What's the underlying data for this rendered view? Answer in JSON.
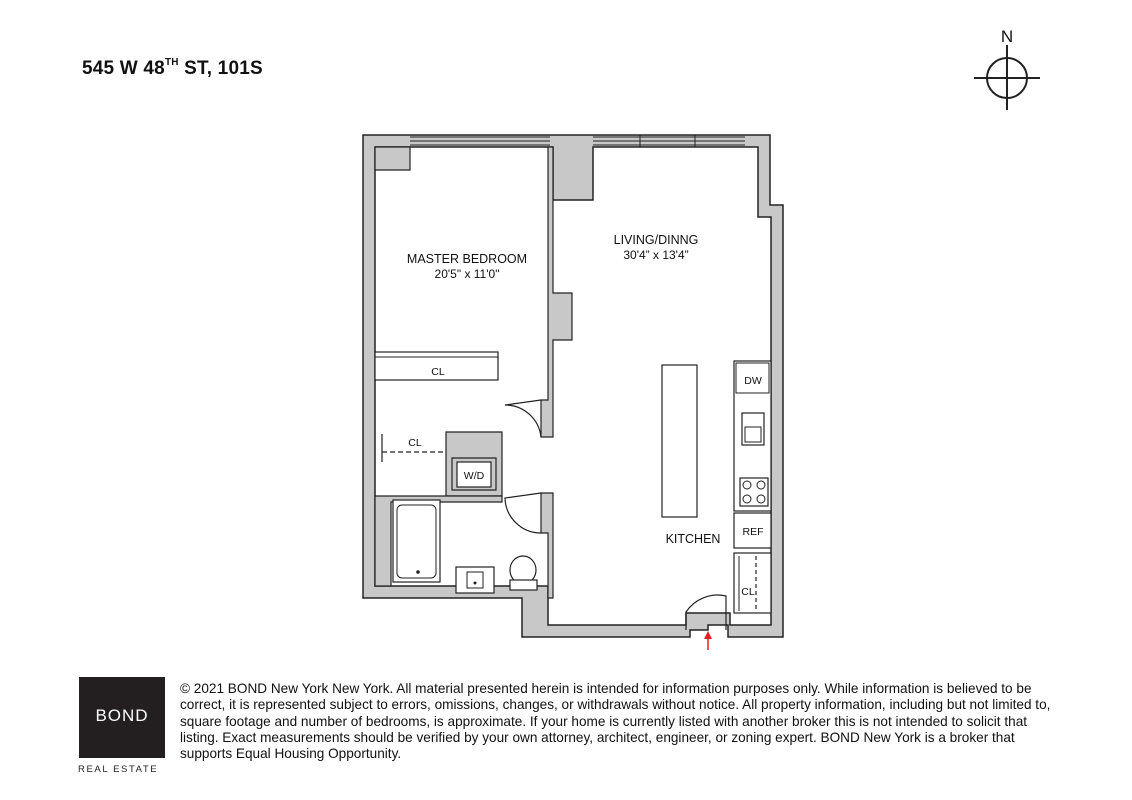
{
  "header": {
    "address_prefix": "545 W 48",
    "address_sup": "TH",
    "address_suffix": " ST, 101S"
  },
  "compass": {
    "north_label": "N"
  },
  "rooms": {
    "master_bedroom": {
      "name": "MASTER BEDROOM",
      "dims": "20'5\" x 11'0\""
    },
    "living_dining": {
      "name": "LIVING/DINNG",
      "dims": "30'4” x 13'4”"
    },
    "kitchen": {
      "name": "KITCHEN"
    }
  },
  "fixtures": {
    "closet_1": "CL",
    "closet_2": "CL",
    "closet_3": "CL",
    "washer_dryer": "W/D",
    "dishwasher": "DW",
    "refrigerator": "REF"
  },
  "colors": {
    "wall": "#c8c8c8",
    "line": "#222222",
    "entry_arrow": "#e02020",
    "logo_bg": "#231f20"
  },
  "footer": {
    "logo_text": "BOND",
    "tagline": "REAL ESTATE",
    "legal": "© 2021 BOND New York New York. All material presented herein is intended for information purposes only. While information is believed to be correct, it is represented subject to errors, omissions, changes, or withdrawals without notice. All property information, including but not limited to, square footage and number of bedrooms, is approximate. If your home is currently listed with another broker this is not intended to solicit that listing. Exact measurements should be verified by your own attorney, architect, engineer, or zoning expert. BOND New York is a broker that supports Equal Housing Opportunity."
  }
}
